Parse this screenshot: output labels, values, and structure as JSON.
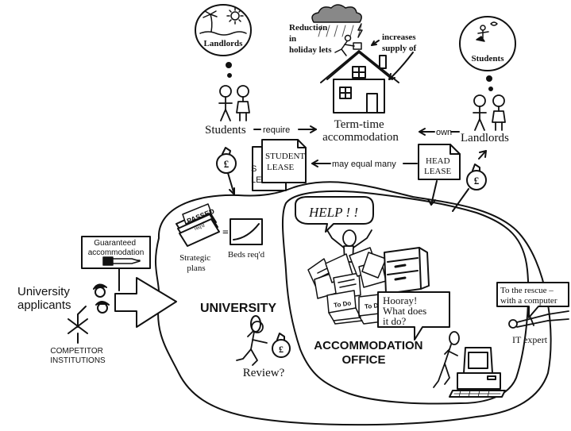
{
  "colors": {
    "ink": "#111111",
    "paper": "#ffffff"
  },
  "nodes": {
    "landlords_thought": "Landlords",
    "students_thought": "Students",
    "reduction": [
      "Reduction",
      "in",
      "holiday lets"
    ],
    "increases": [
      "increases",
      "supply of"
    ],
    "students": "Students",
    "require": "require",
    "term_time": [
      "Term-time",
      "accommodation"
    ],
    "own": "own",
    "landlords": "Landlords",
    "student_lease": [
      "STUDENT",
      "LEASE"
    ],
    "back_lease": [
      "S",
      "LEASE"
    ],
    "may_equal_many": "may equal many",
    "head_lease": [
      "HEAD",
      "LEASE"
    ],
    "pound": "£",
    "help": "HELP ! !",
    "passed": "PASSED",
    "passed_sub": "req'd",
    "equals": "=",
    "strategic_plans": [
      "Strategic",
      "plans"
    ],
    "beds_reqd": "Beds req'd",
    "guaranteed": [
      "Guaranteed",
      "accommodation"
    ],
    "university_applicants": [
      "University",
      "applicants"
    ],
    "competitor_institutions": [
      "COMPETITOR",
      "INSTITUTIONS"
    ],
    "university": "UNIVERSITY",
    "to_do": "To Do",
    "hooray": [
      "Hooray!",
      "What does",
      "it do?"
    ],
    "accommodation_office": [
      "ACCOMMODATION",
      "OFFICE"
    ],
    "review": "Review?",
    "rescue": [
      "To the rescue –",
      "with a computer"
    ],
    "it_expert": "IT expert"
  }
}
